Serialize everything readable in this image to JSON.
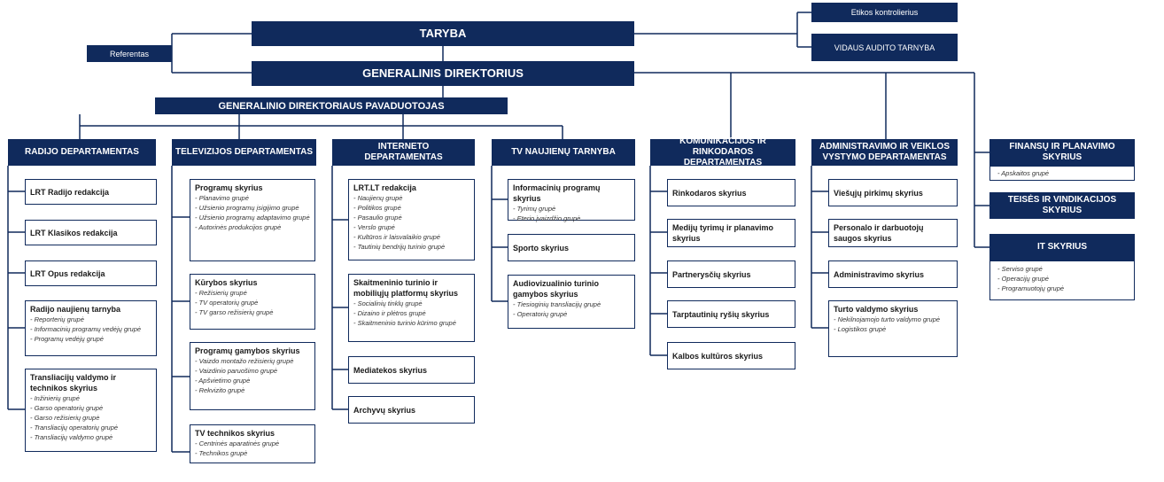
{
  "board": "TARYBA",
  "ethics": "Etikos kontrolierius",
  "audit": "VIDAUS AUDITO TARNYBA",
  "referent": "Referentas",
  "ceo": "GENERALINIS DIREKTORIUS",
  "deputy": "GENERALINIO DIREKTORIAUS PAVADUOTOJAS",
  "radio": {
    "title": "RADIJO DEPARTAMENTAS",
    "units": [
      {
        "title": "LRT Radijo redakcija",
        "items": []
      },
      {
        "title": "LRT Klasikos redakcija",
        "items": []
      },
      {
        "title": "LRT Opus redakcija",
        "items": []
      },
      {
        "title": "Radijo naujienų tarnyba",
        "items": [
          "- Reporterių grupė",
          "- Informacinių programų vedėjų grupė",
          "- Programų vedėjų grupė"
        ]
      },
      {
        "title": "Transliacijų valdymo ir technikos skyrius",
        "items": [
          "- Inžinierių grupė",
          "- Garso operatorių grupė",
          "- Garso režisierių grupė",
          "- Transliacijų operatorių grupė",
          "- Transliacijų valdymo grupė"
        ]
      }
    ]
  },
  "tv": {
    "title": "TELEVIZIJOS DEPARTAMENTAS",
    "units": [
      {
        "title": "Programų skyrius",
        "items": [
          "- Planavimo grupė",
          "- Užsienio programų įsigijimo grupė",
          "- Užsienio programų adaptavimo grupė",
          "- Autorinės produkcijos grupė"
        ]
      },
      {
        "title": "Kūrybos skyrius",
        "items": [
          "- Režisierių grupė",
          "- TV operatorių grupė",
          "- TV garso režisierių grupė"
        ]
      },
      {
        "title": "Programų gamybos skyrius",
        "items": [
          "- Vaizdo montažo režisierių grupė",
          "- Vaizdinio paruošimo grupė",
          "- Apšvietimo grupė",
          "- Rekvizito grupė"
        ]
      },
      {
        "title": "TV technikos skyrius",
        "items": [
          "- Centrinės aparatinės grupė",
          "- Technikos grupė"
        ]
      }
    ]
  },
  "internet": {
    "title": "INTERNETO DEPARTAMENTAS",
    "units": [
      {
        "title": "LRT.LT redakcija",
        "items": [
          "- Naujienų grupė",
          "- Politikos grupė",
          "- Pasaulio grupė",
          "- Verslo grupė",
          "- Kultūros ir laisvalaikio grupė",
          "- Tautinių bendrijų turinio grupė"
        ]
      },
      {
        "title": "Skaitmeninio turinio ir mobiliųjų platformų skyrius",
        "items": [
          "- Socialinių tinklų grupė",
          "- Dizaino ir plėtros grupė",
          "- Skaitmeninio turinio kūrimo grupė"
        ]
      },
      {
        "title": "Mediatekos skyrius",
        "items": []
      },
      {
        "title": "Archyvų skyrius",
        "items": []
      }
    ]
  },
  "news": {
    "title": "TV NAUJIENŲ TARNYBA",
    "units": [
      {
        "title": "Informacinių programų skyrius",
        "items": [
          "- Tyrimų grupė",
          "- Eterio įvaizdžio grupė"
        ]
      },
      {
        "title": "Sporto skyrius",
        "items": []
      },
      {
        "title": "Audiovizualinio turinio gamybos skyrius",
        "items": [
          "- Tiesioginių transliacijų grupė",
          "- Operatorių grupė"
        ]
      }
    ]
  },
  "comm": {
    "title": "KOMUNIKACIJOS IR RINKODAROS DEPARTAMENTAS",
    "units": [
      {
        "title": "Rinkodaros skyrius",
        "items": []
      },
      {
        "title": "Medijų tyrimų ir planavimo skyrius",
        "items": []
      },
      {
        "title": "Partnerysčių skyrius",
        "items": []
      },
      {
        "title": "Tarptautinių ryšių skyrius",
        "items": []
      },
      {
        "title": "Kalbos kultūros skyrius",
        "items": []
      }
    ]
  },
  "admin": {
    "title": "ADMINISTRAVIMO IR VEIKLOS VYSTYMO DEPARTAMENTAS",
    "units": [
      {
        "title": "Viešųjų pirkimų skyrius",
        "items": []
      },
      {
        "title": "Personalo ir darbuotojų saugos skyrius",
        "items": []
      },
      {
        "title": "Administravimo skyrius",
        "items": []
      },
      {
        "title": "Turto valdymo skyrius",
        "items": [
          "- Nekilnojamojo turto valdymo grupė",
          "- Logistikos grupė"
        ]
      }
    ]
  },
  "finance": {
    "title": "FINANSŲ IR PLANAVIMO SKYRIUS",
    "items": [
      "- Apskaitos grupė"
    ]
  },
  "legal": {
    "title": "TEISĖS IR VINDIKACIJOS SKYRIUS"
  },
  "it": {
    "title": "IT SKYRIUS",
    "items": [
      "- Serviso grupė",
      "- Operacijų grupė",
      "- Programuotojų grupė"
    ]
  },
  "colors": {
    "navy": "#102a5c",
    "line": "#102a5c"
  }
}
